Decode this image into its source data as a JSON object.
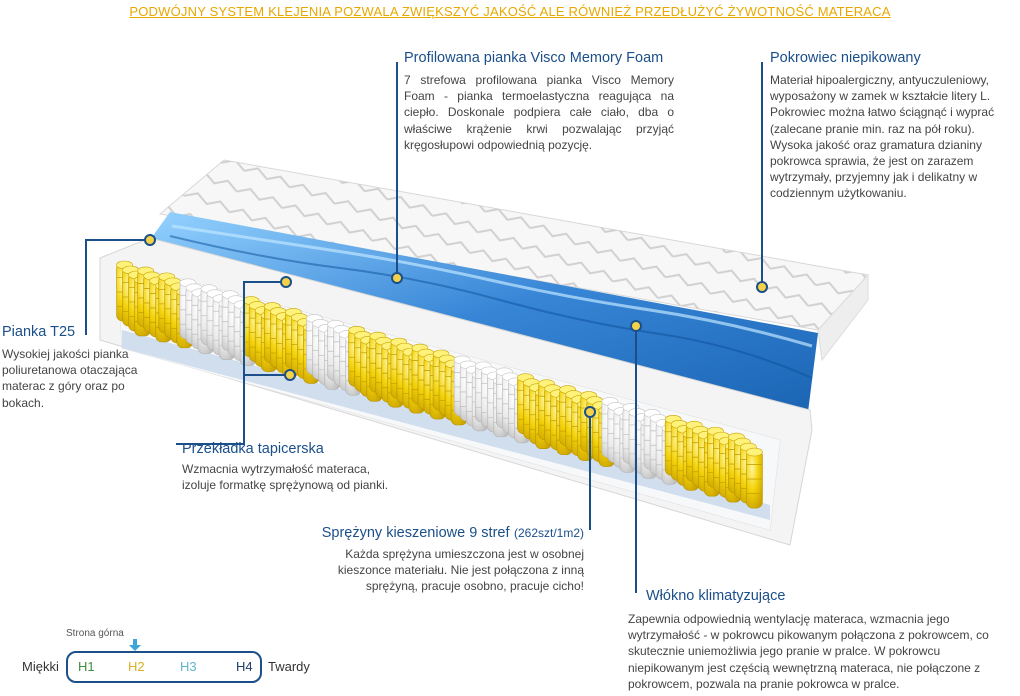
{
  "headline": "PODWÓJNY SYSTEM KLEJENIA POZWALA ZWIĘKSZYĆ JAKOŚĆ ALE RÓWNIEŻ PRZEDŁUŻYĆ ŻYWOTNOŚĆ MATERACA",
  "callouts": {
    "visco": {
      "title": "Profilowana pianka Visco Memory Foam",
      "text": "7 strefowa profilowana pianka Visco Memory Foam - pianka termoelastyczna reagująca na ciepło. Doskonale podpiera całe ciało, dba o właściwe krążenie krwi pozwalając przyjąć kręgosłupowi odpowiednią pozycję."
    },
    "cover": {
      "title": "Pokrowiec  niepikowany",
      "lines": [
        "Materiał hipoalergiczny, antyuczuleniowy,",
        "wyposażony w zamek w kształcie litery L.",
        "Pokrowiec można łatwo ściągnąć i wyprać",
        "(zalecane pranie min.  raz na pół roku).",
        "Wysoka jakość oraz gramatura dzianiny",
        "pokrowca sprawia, że jest on zarazem",
        "wytrzymały, przyjemny jak i delikatny w",
        "codziennym użytkowaniu."
      ]
    },
    "t25": {
      "title": "Pianka T25",
      "lines": [
        "Wysokiej jakości pianka",
        "poliuretanowa otaczająca",
        "materac z góry oraz po",
        "bokach."
      ]
    },
    "pad": {
      "title": "Przekładka tapicerska",
      "lines": [
        "Wzmacnia wytrzymałość materaca,",
        "izoluje formatkę sprężynową od pianki."
      ]
    },
    "springs": {
      "title": "Sprężyny kieszeniowe 9 stref",
      "title_note": "(262szt/1m2)",
      "lines": [
        "Każda sprężyna umieszczona jest w osobnej",
        "kieszonce materiału. Nie jest połączona z inną",
        "sprężyną, pracuje osobno, pracuje cicho!"
      ]
    },
    "fiber": {
      "title": "Włókno klimatyzujące",
      "lines": [
        "Zapewnia odpowiednią wentylację materaca, wzmacnia jego",
        "wytrzymałość - w pokrowcu pikowanym połączona z pokrowcem, co",
        "skutecznie uniemożliwia jego pranie w pralce. W pokrowcu",
        "niepikowanym jest częścią wewnętrzną materaca, nie połączone z",
        "pokrowcem, pozwala na pranie pokrowca w pralce."
      ]
    }
  },
  "legend": {
    "top_label": "Strona górna",
    "left_label": "Miękki",
    "right_label": "Twardy",
    "levels": [
      {
        "label": "H1",
        "color": "#3f8f3f"
      },
      {
        "label": "H2",
        "color": "#d7b11c"
      },
      {
        "label": "H3",
        "color": "#5fb6c9"
      },
      {
        "label": "H4",
        "color": "#1b3f6a"
      }
    ],
    "marker_color": "#3aa7d8"
  },
  "colors": {
    "title": "#1b4f8a",
    "headline": "#e8a800",
    "leader": "#1b4f8a",
    "dot_fill": "#f3d24a",
    "spring_yellow": "#f3d20a",
    "spring_white": "#e9e9e9",
    "visco_blue": "#2d7fd4"
  }
}
